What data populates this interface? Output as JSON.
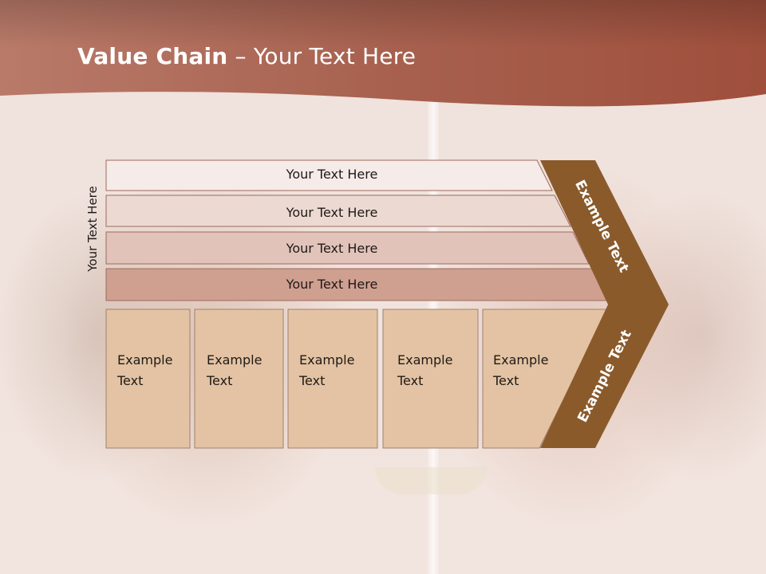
{
  "slide": {
    "title_bold": "Value Chain",
    "title_rest": " – Your Text Here"
  },
  "side_label": "Your Text Here",
  "rows": [
    {
      "label": "Your Text Here",
      "color": "#f5ebe8"
    },
    {
      "label": "Your Text Here",
      "color": "#ecd9d2"
    },
    {
      "label": "Your Text Here",
      "color": "#e2c3ba"
    },
    {
      "label": "Your Text Here",
      "color": "#cf9f90"
    }
  ],
  "cells": [
    {
      "line1": "Example",
      "line2": "Text"
    },
    {
      "line1": "Example",
      "line2": "Text"
    },
    {
      "line1": "Example",
      "line2": "Text"
    },
    {
      "line1": "Example",
      "line2": "Text"
    },
    {
      "line1": "Example",
      "line2": "Text"
    }
  ],
  "arrow": {
    "upper_label": "Example Text",
    "lower_label": "Example Text",
    "color": "#8b5a2b"
  },
  "colors": {
    "header": "#a6594a",
    "cell_fill": "#e3c3a3"
  }
}
